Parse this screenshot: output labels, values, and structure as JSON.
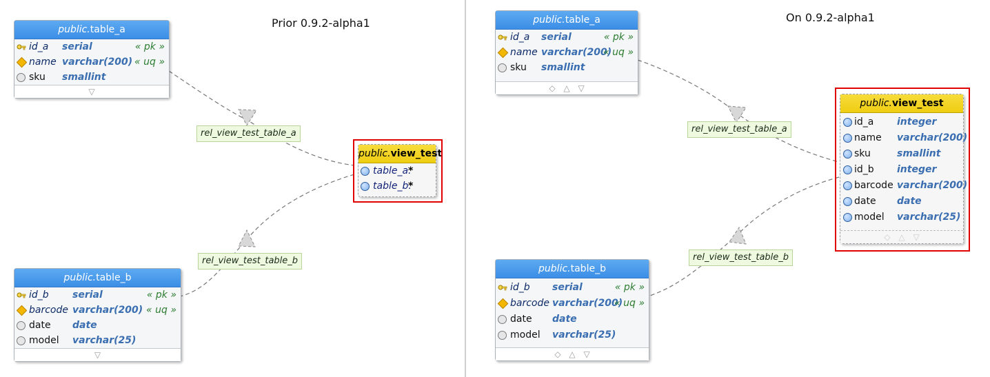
{
  "left": {
    "title": "Prior 0.9.2-alpha1",
    "table_a": {
      "schema": "public.",
      "name": "table_a",
      "columns": [
        {
          "name": "id_a",
          "type": "serial",
          "cons": "« pk »"
        },
        {
          "name": "name",
          "type": "varchar(200)",
          "cons": "« uq »"
        },
        {
          "name": "sku",
          "type": "smallint",
          "cons": ""
        }
      ],
      "footer": [
        "▽"
      ]
    },
    "view_test": {
      "schema": "public.",
      "name": "view_test",
      "refs": [
        {
          "prefix": "table_a.",
          "star": "*"
        },
        {
          "prefix": "table_b.",
          "star": "*"
        }
      ]
    },
    "table_b": {
      "schema": "public.",
      "name": "table_b",
      "columns": [
        {
          "name": "id_b",
          "type": "serial",
          "cons": "« pk »"
        },
        {
          "name": "barcode",
          "type": "varchar(200)",
          "cons": "« uq »"
        },
        {
          "name": "date",
          "type": "date",
          "cons": ""
        },
        {
          "name": "model",
          "type": "varchar(25)",
          "cons": ""
        }
      ],
      "footer": [
        "▽"
      ]
    },
    "rel_a": "rel_view_test_table_a",
    "rel_b": "rel_view_test_table_b"
  },
  "right": {
    "title": "On 0.9.2-alpha1",
    "table_a": {
      "schema": "public.",
      "name": "table_a",
      "columns": [
        {
          "name": "id_a",
          "type": "serial",
          "cons": "« pk »"
        },
        {
          "name": "name",
          "type": "varchar(200)",
          "cons": "« uq »"
        },
        {
          "name": "sku",
          "type": "smallint",
          "cons": ""
        }
      ],
      "footer": [
        "◇",
        "△",
        "▽"
      ]
    },
    "view_test": {
      "schema": "public.",
      "name": "view_test",
      "columns": [
        {
          "name": "id_a",
          "type": "integer"
        },
        {
          "name": "name",
          "type": "varchar(200)"
        },
        {
          "name": "sku",
          "type": "smallint"
        },
        {
          "name": "id_b",
          "type": "integer"
        },
        {
          "name": "barcode",
          "type": "varchar(200)"
        },
        {
          "name": "date",
          "type": "date"
        },
        {
          "name": "model",
          "type": "varchar(25)"
        }
      ],
      "footer": [
        "◇",
        "△",
        "▽"
      ]
    },
    "table_b": {
      "schema": "public.",
      "name": "table_b",
      "columns": [
        {
          "name": "id_b",
          "type": "serial",
          "cons": "« pk »"
        },
        {
          "name": "barcode",
          "type": "varchar(200)",
          "cons": "« uq »"
        },
        {
          "name": "date",
          "type": "date",
          "cons": ""
        },
        {
          "name": "model",
          "type": "varchar(25)",
          "cons": ""
        }
      ],
      "footer": [
        "◇",
        "△",
        "▽"
      ]
    },
    "rel_a": "rel_view_test_table_a",
    "rel_b": "rel_view_test_table_b"
  },
  "icons": [
    "primary-key-icon",
    "unique-key-diamond-icon",
    "column-circle-icon",
    "view-column-circle-icon"
  ],
  "colors": {
    "table_header": "#3b8ee6",
    "view_header": "#efcd12",
    "highlight": "#e00000",
    "relation_label_bg": "#eef9df"
  }
}
